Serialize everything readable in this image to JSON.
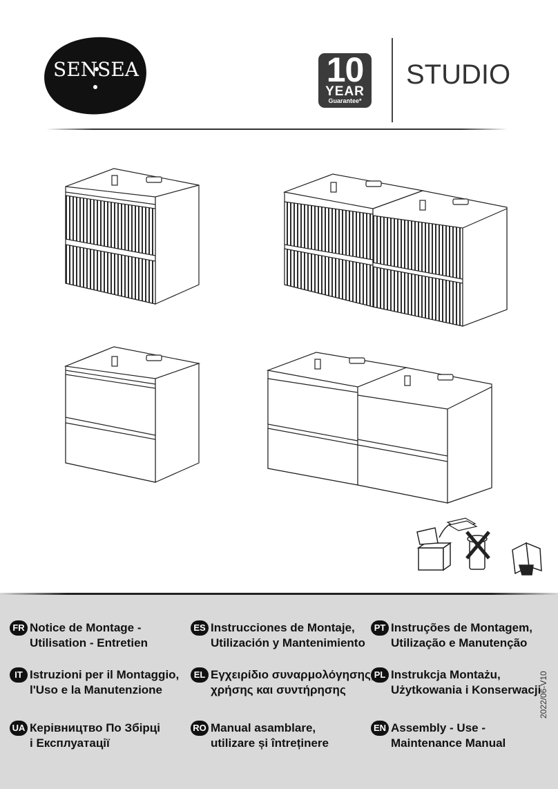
{
  "brand": {
    "logo_text": "SENSEA"
  },
  "guarantee": {
    "number": "10",
    "unit": "YEAR",
    "label": "Guarantee*"
  },
  "product": {
    "name": "STUDIO"
  },
  "icons": [
    "box-recycle-icon",
    "no-trash-bin-icon",
    "read-manual-icon"
  ],
  "languages": [
    {
      "code": "FR",
      "line1": "Notice de Montage -",
      "line2": "Utilisation - Entretien"
    },
    {
      "code": "ES",
      "line1": "Instrucciones de Montaje,",
      "line2": "Utilización y Mantenimiento"
    },
    {
      "code": "PT",
      "line1": "Instruções de Montagem,",
      "line2": "Utilização e Manutenção"
    },
    {
      "code": "IT",
      "line1": "Istruzioni per il Montaggio,",
      "line2": "l'Uso e la Manutenzione"
    },
    {
      "code": "EL",
      "line1": "Εγχειρίδιο συναρμολόγησης,",
      "line2": "χρήσης και συντήρησης"
    },
    {
      "code": "PL",
      "line1": "Instrukcja Montażu,",
      "line2": "Użytkowania i Konserwacji"
    },
    {
      "code": "UA",
      "line1": "Керівництво По Збірці",
      "line2": "і Експлуатації"
    },
    {
      "code": "RO",
      "line1": "Manual asamblare,",
      "line2": "utilizare și întreținere"
    },
    {
      "code": "EN",
      "line1": "Assembly - Use -",
      "line2": "Maintenance Manual"
    }
  ],
  "version": "2022/06-V10",
  "colors": {
    "band": "#d9d9d9",
    "logo": "#111111",
    "guarantee_bg": "#3b3b3b"
  }
}
